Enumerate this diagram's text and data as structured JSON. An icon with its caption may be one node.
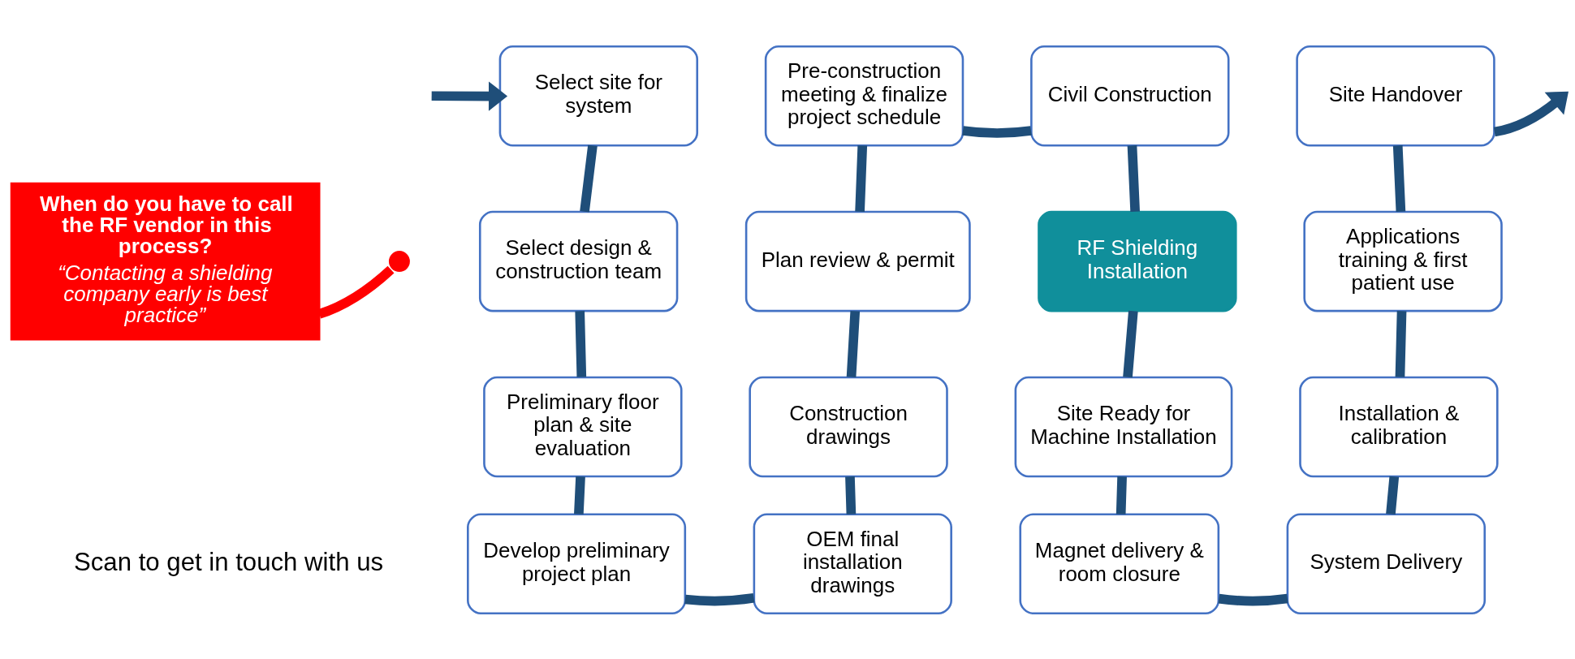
{
  "diagram": {
    "nodes": [
      {
        "text": [
          "Select site for system"
        ]
      },
      {
        "text": [
          "Select design & construction team"
        ]
      },
      {
        "text": [
          "Preliminary floor plan & site evaluation"
        ]
      },
      {
        "text": [
          "Develop preliminary project plan"
        ]
      },
      {
        "text": [
          "OEM final installation drawings"
        ]
      },
      {
        "text": [
          "Construction drawings"
        ]
      },
      {
        "text": [
          "Plan review & permit"
        ]
      },
      {
        "text": [
          "Pre-construction meeting & finalize project schedule"
        ]
      },
      {
        "text": [
          "Civil Construction"
        ]
      },
      {
        "text": [
          "RF Shielding Installation"
        ]
      },
      {
        "text": [
          "Site Ready for Machine Installation"
        ]
      },
      {
        "text": [
          "Magnet delivery & room closure"
        ]
      },
      {
        "text": [
          "System Delivery"
        ]
      },
      {
        "text": [
          "Installation & calibration"
        ]
      },
      {
        "text": [
          "Applications training & first patient use"
        ]
      },
      {
        "text": [
          "Site Handover"
        ]
      },
      {
        "text": [
          "When do you have to call the RF vendor in this process?",
          "“Contacting a shielding company early is best practice”"
        ]
      },
      {
        "text": [],
        "shape": "circle"
      }
    ],
    "edges": [
      {
        "from": null,
        "to": 0,
        "arrow": "to"
      },
      {
        "from": 0,
        "to": 1,
        "arrow": "none"
      },
      {
        "from": 1,
        "to": 2,
        "arrow": "none"
      },
      {
        "from": 2,
        "to": 3,
        "arrow": "none"
      },
      {
        "from": 3,
        "to": 4,
        "arrow": "none"
      },
      {
        "from": 4,
        "to": 5,
        "arrow": "none"
      },
      {
        "from": 5,
        "to": 6,
        "arrow": "none"
      },
      {
        "from": 6,
        "to": 7,
        "arrow": "none"
      },
      {
        "from": 7,
        "to": 8,
        "arrow": "none"
      },
      {
        "from": 8,
        "to": 9,
        "arrow": "none"
      },
      {
        "from": 9,
        "to": 10,
        "arrow": "none"
      },
      {
        "from": 10,
        "to": 11,
        "arrow": "none"
      },
      {
        "from": 11,
        "to": 12,
        "arrow": "none"
      },
      {
        "from": 12,
        "to": 13,
        "arrow": "none"
      },
      {
        "from": 13,
        "to": 14,
        "arrow": "none"
      },
      {
        "from": 14,
        "to": 15,
        "arrow": "none"
      },
      {
        "from": 15,
        "to": null,
        "arrow": "to"
      },
      {
        "from": 16,
        "to": 17,
        "arrow": "none",
        "color": "#ff0000"
      }
    ],
    "labels": [
      "Scan to get in touch with us"
    ]
  }
}
